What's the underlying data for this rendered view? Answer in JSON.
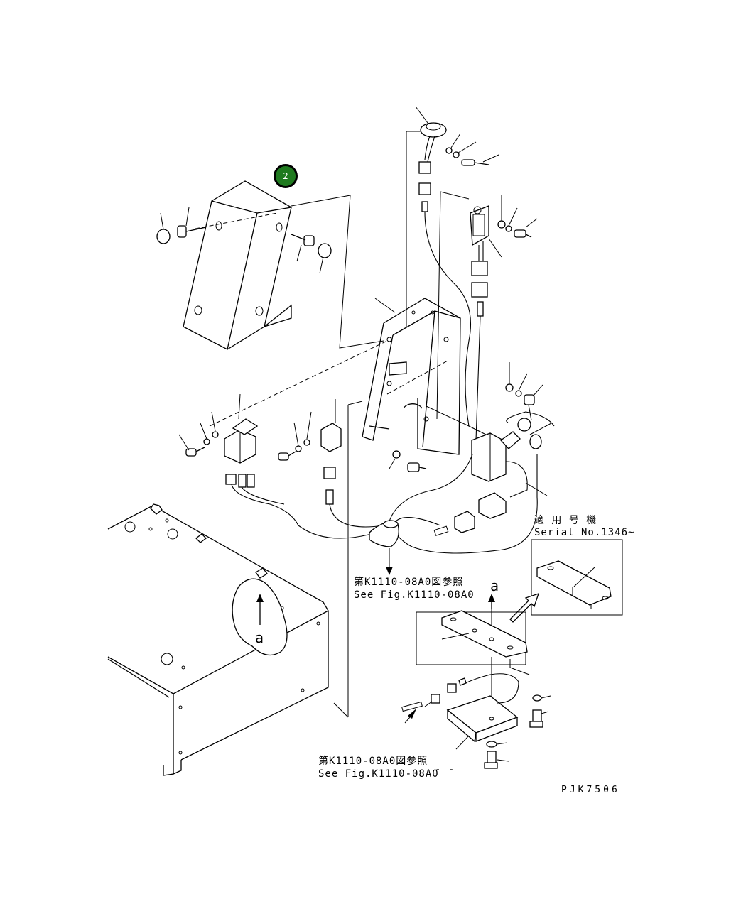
{
  "diagram_code": "PJK7506",
  "callout_marker": {
    "label": "2",
    "color": "#1f7a1f"
  },
  "serial_note": {
    "line1": "適 用 号 機",
    "line2": "Serial No.1346~"
  },
  "references": [
    {
      "line1": "第K1110-08A0図参照",
      "line2": "See Fig.K1110-08A0"
    },
    {
      "line1": "第K1110-08A0図参照",
      "line2": "See Fig.K1110-08A0"
    }
  ],
  "view_markers": [
    "a",
    "a"
  ],
  "trailing_mark": "- -"
}
